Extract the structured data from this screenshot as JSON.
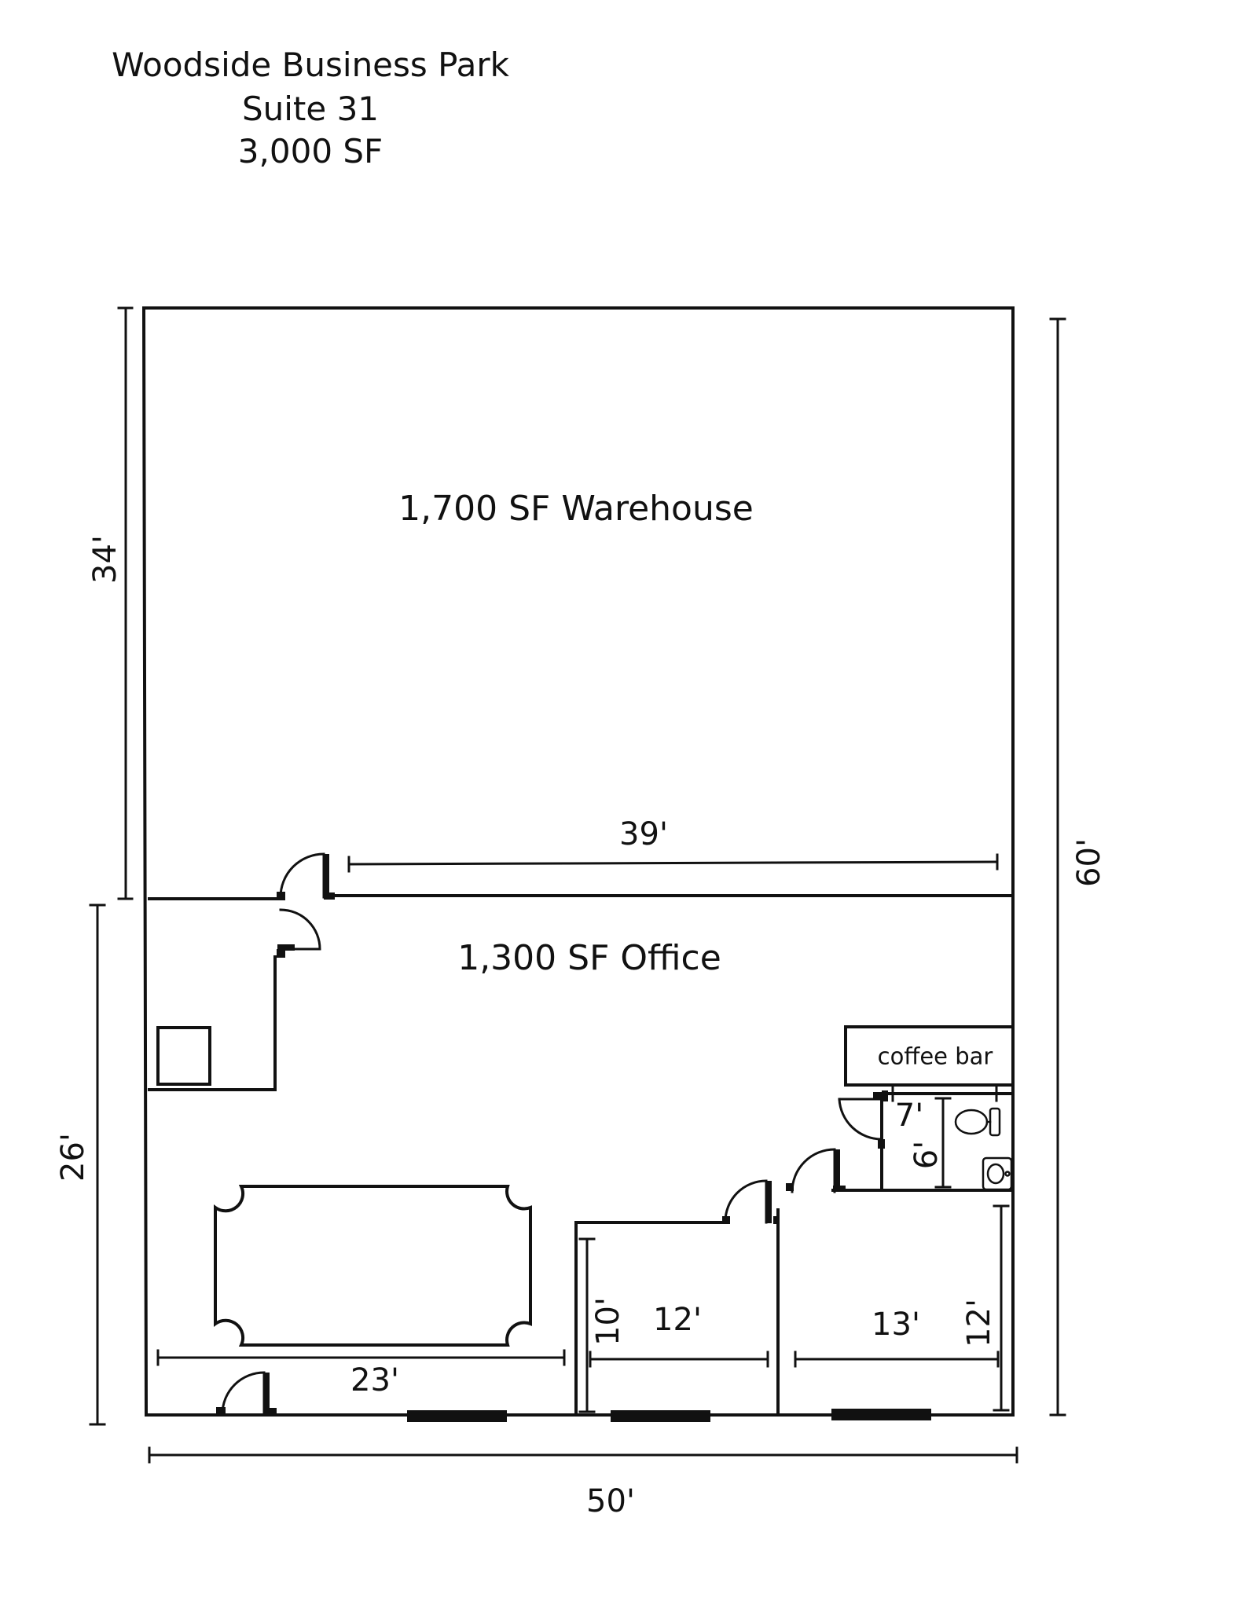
{
  "title": {
    "line1": "Woodside Business Park",
    "line2": "Suite 31",
    "line3": "3,000 SF"
  },
  "rooms": {
    "warehouse": "1,700 SF Warehouse",
    "office": "1,300 SF Office",
    "coffee_bar": "coffee bar"
  },
  "dimensions": {
    "warehouse_depth": "34'",
    "office_depth": "26'",
    "total_depth": "60'",
    "total_width": "50'",
    "warehouse_inner_width": "39'",
    "conference_width": "23'",
    "office1_depth": "10'",
    "office1_width": "12'",
    "office2_width": "13'",
    "office2_depth": "12'",
    "restroom_width": "7'",
    "restroom_depth": "6'"
  },
  "icons": {
    "toilet": "toilet-icon",
    "sink": "sink-icon",
    "door": "door-swing-icon",
    "window": "window-icon"
  },
  "colors": {
    "line": "#111111",
    "background": "#ffffff"
  }
}
